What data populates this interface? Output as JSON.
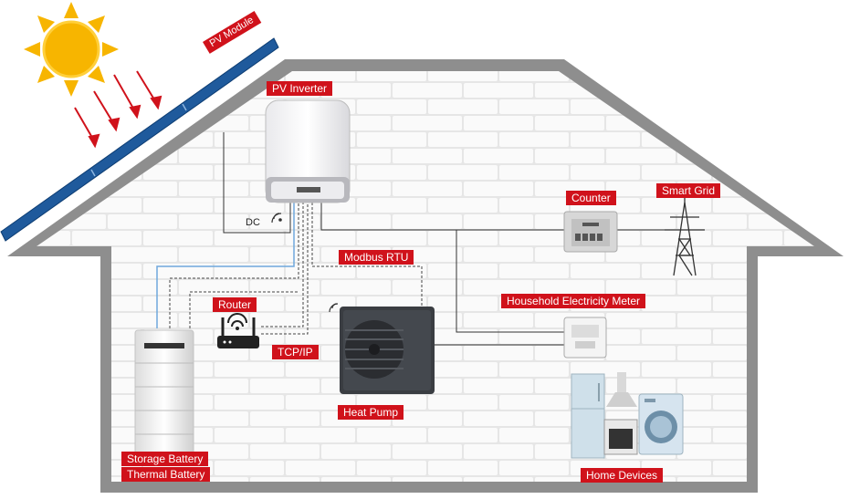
{
  "labels": {
    "pv_module": "PV Module",
    "pv_inverter": "PV Inverter",
    "dc": "DC",
    "modbus_rtu": "Modbus RTU",
    "router": "Router",
    "tcp_ip": "TCP/IP",
    "heat_pump": "Heat Pump",
    "counter": "Counter",
    "smart_grid": "Smart Grid",
    "household_meter": "Household Electricity Meter",
    "storage_battery": "Storage Battery",
    "thermal_battery": "Thermal Battery",
    "home_devices": "Home Devices"
  },
  "colors": {
    "label_bg": "#d0121b",
    "house_outline": "#8e8e8e",
    "brick_wall": "#f1f1f1",
    "solar_panel": "#1f5a9c",
    "sun": "#f7b500",
    "sun_arrows": "#d0121b",
    "dc_cable": "#6fa8dc",
    "ac_cable": "#333333",
    "heat_pump": "#3a3d42"
  }
}
